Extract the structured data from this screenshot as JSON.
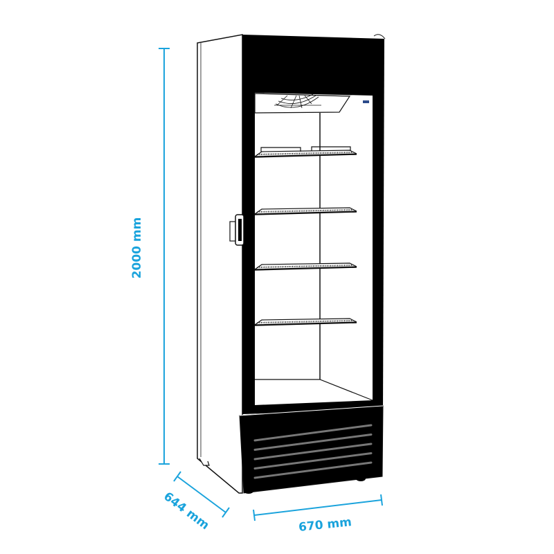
{
  "dimensions": {
    "height_label": "2000 mm",
    "depth_label": "644 mm",
    "width_label": "670 mm"
  },
  "colors": {
    "dimension": "#1aa3dc",
    "outline": "#111111",
    "frame": "#000000",
    "louver": "#777777"
  },
  "product": {
    "shelf_count": 4,
    "louver_count": 5
  }
}
